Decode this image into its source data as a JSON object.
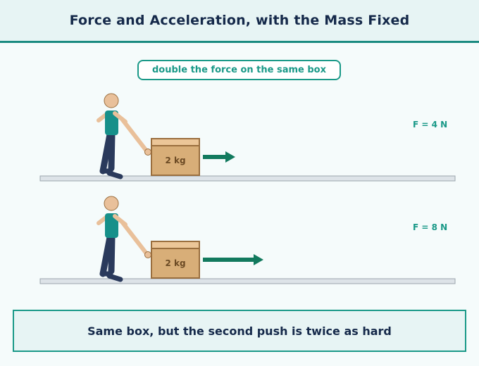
{
  "header": {
    "title": "Force and Acceleration, with the Mass Fixed"
  },
  "subtitle": "double the force on the same box",
  "scenes": [
    {
      "force_label": "F = 4 N",
      "force_newtons": 4,
      "box_label": "2 kg"
    },
    {
      "force_label": "F = 8 N",
      "force_newtons": 8,
      "box_label": "2 kg"
    }
  ],
  "caption": "Same box, but the second push is twice as hard",
  "colors": {
    "accent": "#1a9988",
    "arrow": "#127a5e",
    "shirt": "#16908a",
    "pants": "#2a3a5c",
    "skin": "#e9c09a",
    "box": "#d8ae78",
    "box_border": "#9a6e3e",
    "ground": "#dde3e8"
  }
}
